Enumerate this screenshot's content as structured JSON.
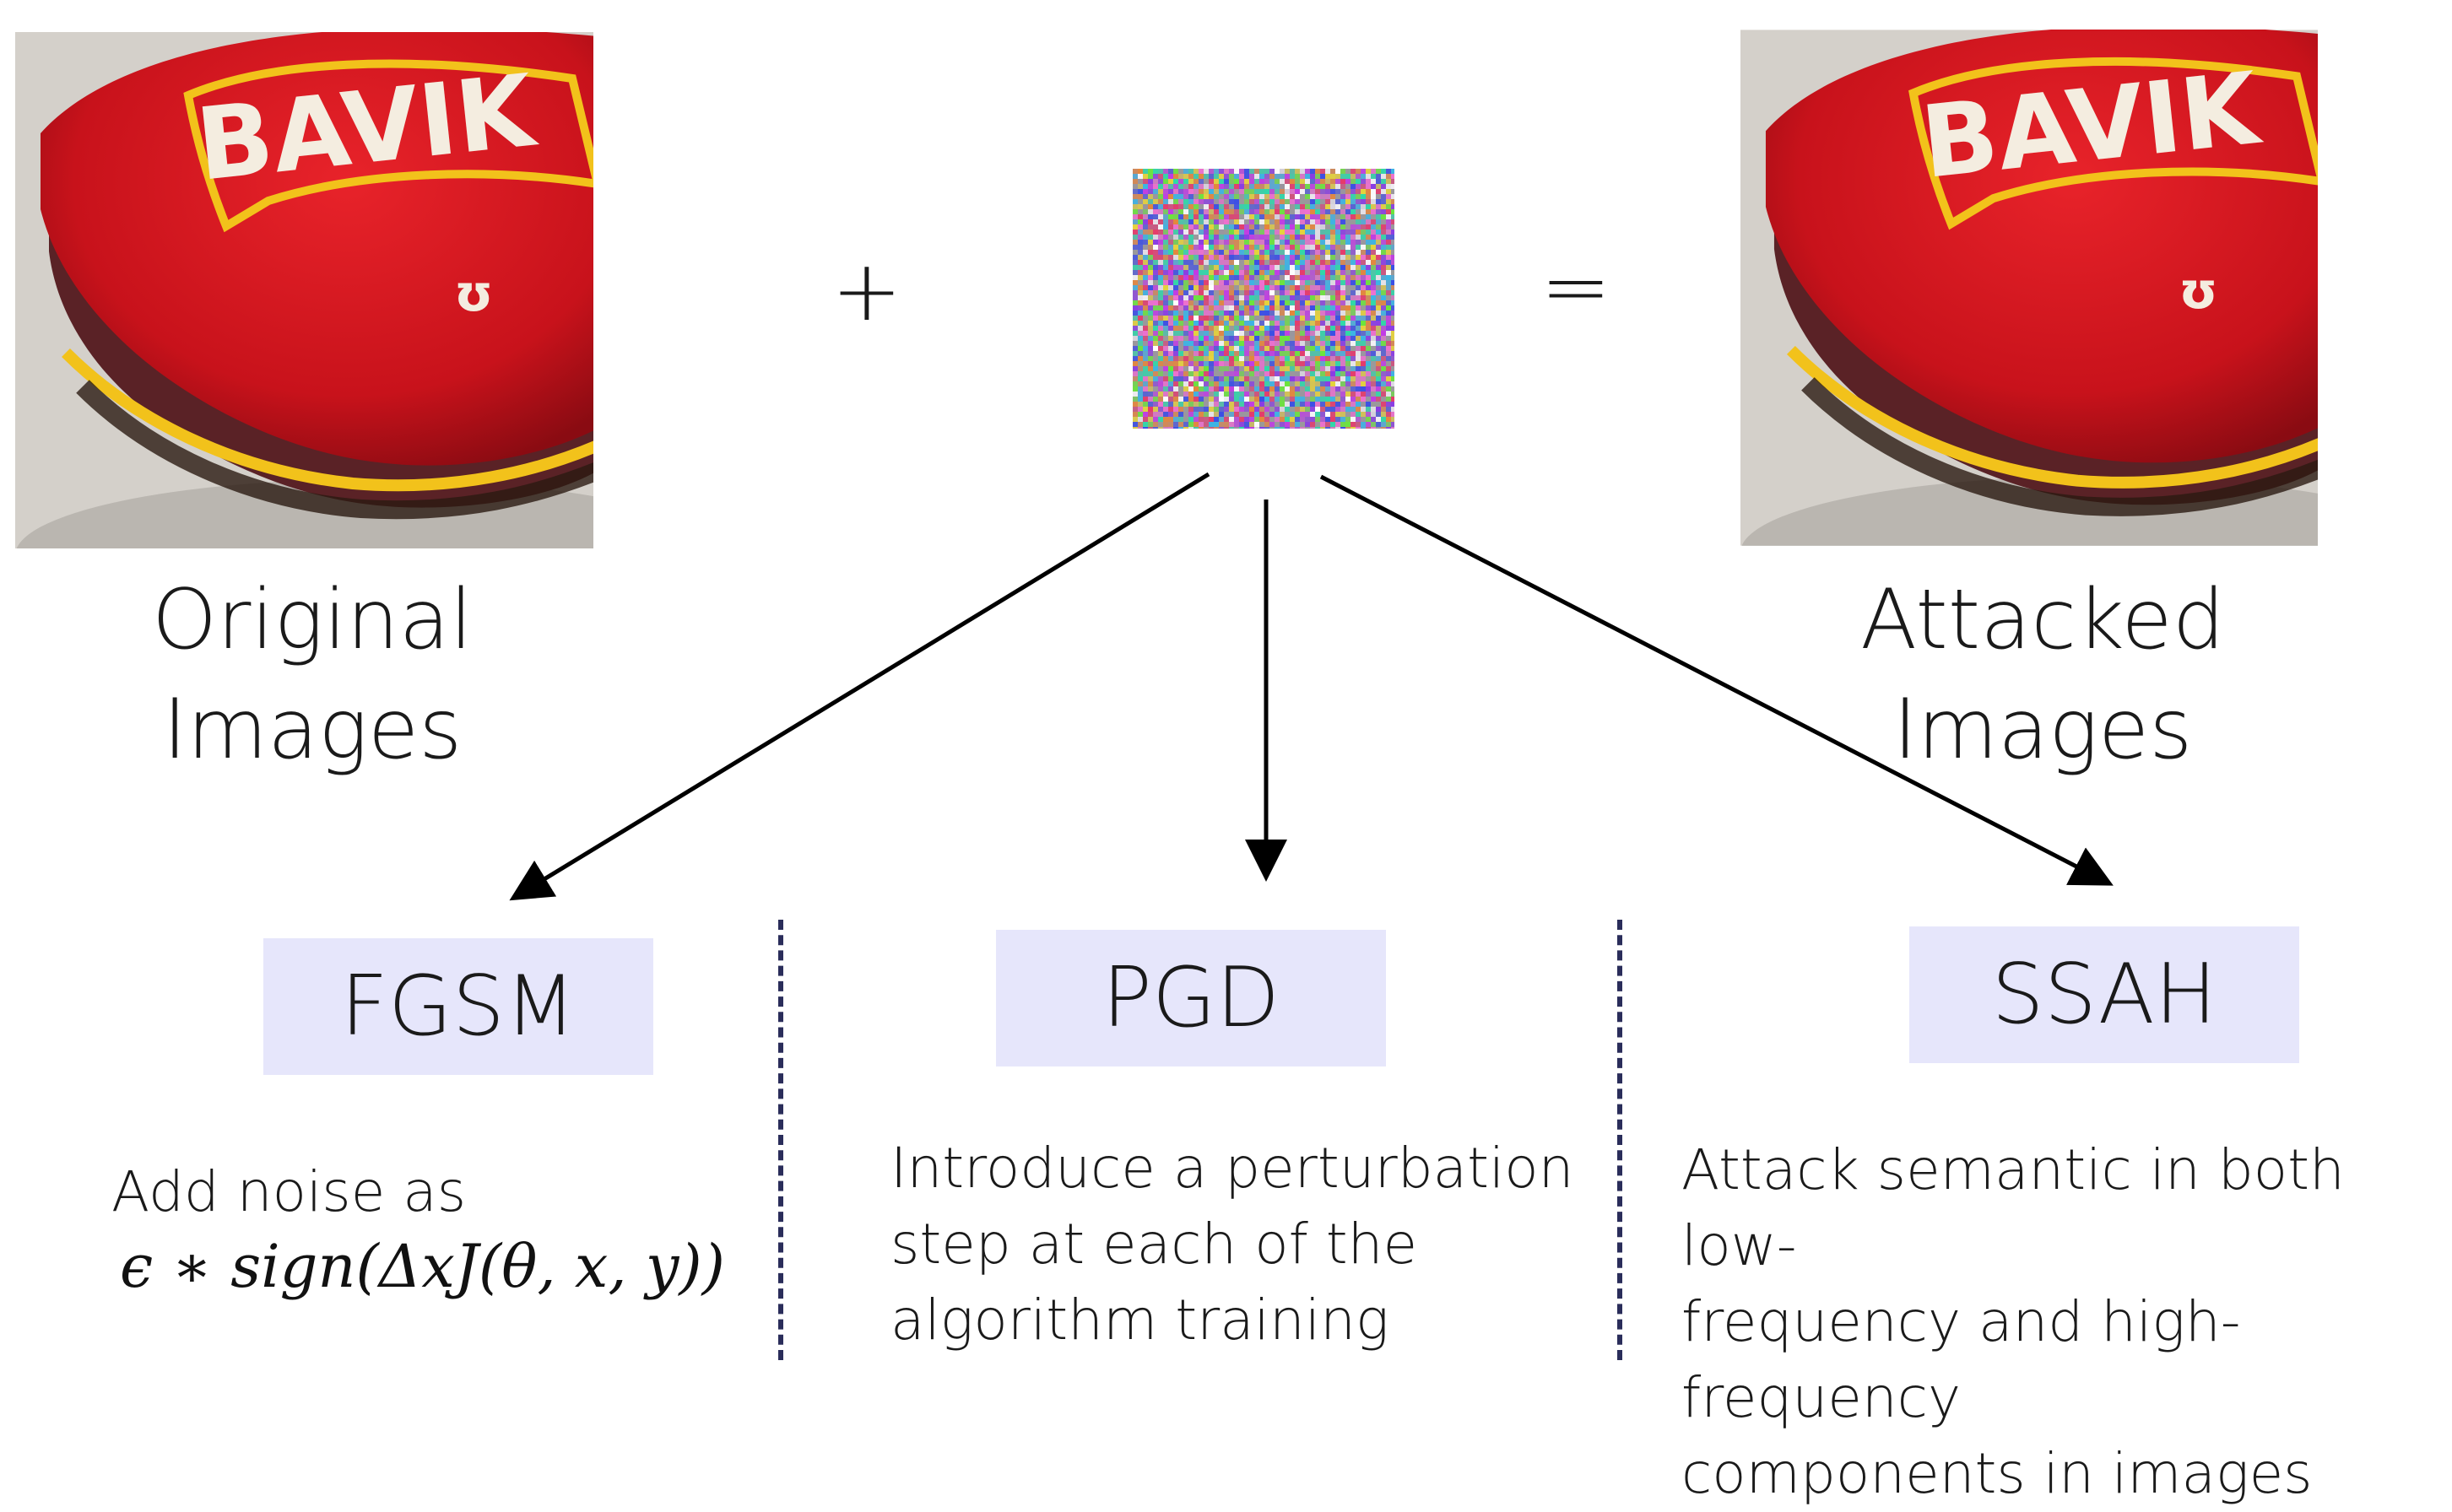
{
  "colors": {
    "method_box_bg": "#e6e6fb",
    "divider": "#2a2d5a",
    "cap_red": "#d4131d",
    "cap_dark_red": "#7a0a10",
    "cap_yellow": "#f2c21b",
    "background_sand": "#cfcbc4"
  },
  "original": {
    "image_icon": "bottle-cap-photo",
    "brand_text": "BAVIK",
    "caption_line1": "Original",
    "caption_line2": "Images"
  },
  "operators": {
    "plus": "+",
    "equals": "="
  },
  "noise": {
    "image_icon": "random-noise-patch"
  },
  "attacked": {
    "image_icon": "bottle-cap-photo",
    "brand_text": "BAVIK",
    "caption_line1": "Attacked",
    "caption_line2": "Images"
  },
  "methods": [
    {
      "name": "FGSM",
      "description_lines": [
        "Add noise as"
      ],
      "formula": "ϵ ∗ sign(ΔxJ(θ, x, y))"
    },
    {
      "name": "PGD",
      "description_lines": [
        "Introduce a perturbation",
        "step at each of the",
        "algorithm training"
      ]
    },
    {
      "name": "SSAH",
      "description_lines": [
        "Attack semantic in both low-",
        "frequency and high-frequency",
        "components in images"
      ]
    }
  ]
}
